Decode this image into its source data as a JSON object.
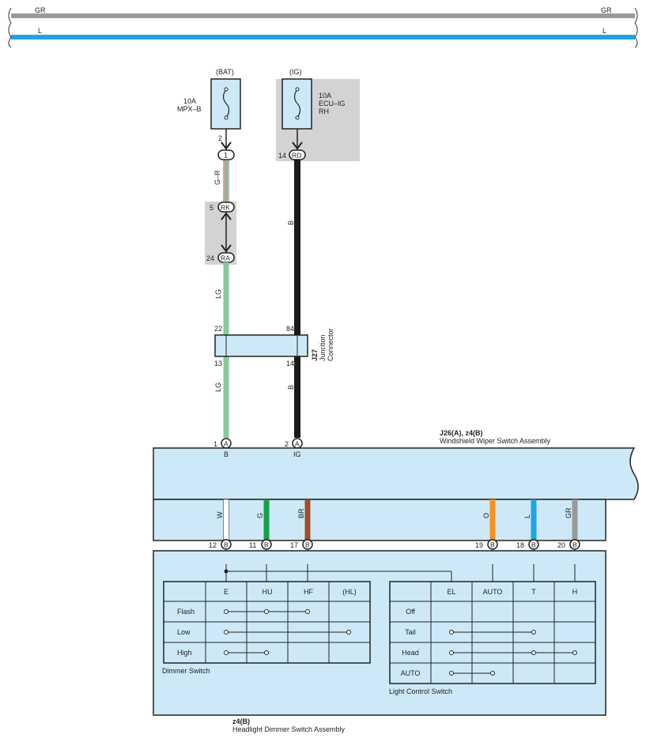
{
  "bus": {
    "top_left": "GR",
    "top_right": "GR",
    "top_color": "#9a9a9a",
    "bottom_left": "L",
    "bottom_right": "L",
    "bottom_color": "#1fa3e6"
  },
  "colors": {
    "box_fill": "#cde9f7",
    "gray_fill": "#d3d3d3",
    "lg": "#86c99a",
    "black": "#1a1a1a",
    "white": "#ffffff",
    "green": "#17a04c",
    "brown": "#a24d2a",
    "orange": "#f59220",
    "blue": "#1fa3e6",
    "gray": "#9a9a9a"
  },
  "fuse_bat": {
    "source": "(BAT)",
    "rating": "10A",
    "name": "MPX–B",
    "pin_out": "2",
    "conn_pin": "1",
    "wire": "G–R"
  },
  "fuse_ig": {
    "source": "(IG)",
    "rating": "10A",
    "name_line1": "ECU–IG",
    "name_line2": "RH",
    "pin_out": "14",
    "conn_id": "RD"
  },
  "rk": {
    "pin": "5",
    "conn_id": "RK"
  },
  "ra": {
    "pin": "24",
    "conn_id": "RA"
  },
  "wire_lg": "LG",
  "wire_b": "B",
  "junction": {
    "id": "J27",
    "name_line1": "Junction",
    "name_line2": "Connector",
    "pin_top_left": "22",
    "pin_top_right": "84",
    "pin_bot_left": "13",
    "pin_bot_right": "14"
  },
  "wiper": {
    "id": "J26(A), z4(B)",
    "name": "Windshield Wiper Switch Assembly",
    "pin1": "1",
    "pin1_conn": "A",
    "pin1_label": "B",
    "pin2": "2",
    "pin2_conn": "A",
    "pin2_label": "IG"
  },
  "connector_b": "B",
  "pins_b": [
    {
      "num": "12",
      "wire": "W",
      "term": "EL",
      "color": "#ffffff"
    },
    {
      "num": "11",
      "wire": "G",
      "term": "HU",
      "color": "#17a04c"
    },
    {
      "num": "17",
      "wire": "BR",
      "term": "HF",
      "color": "#a24d2a"
    },
    {
      "num": "19",
      "wire": "O",
      "term": "A",
      "color": "#f59220"
    },
    {
      "num": "18",
      "wire": "L",
      "term": "T",
      "color": "#1fa3e6"
    },
    {
      "num": "20",
      "wire": "GR",
      "term": "H",
      "color": "#9a9a9a"
    }
  ],
  "dimmer": {
    "title": "Dimmer Switch",
    "headers": [
      "E",
      "HU",
      "HF",
      "(HL)"
    ],
    "rows": [
      "Flash",
      "Low",
      "High"
    ]
  },
  "light": {
    "title": "Light Control Switch",
    "headers": [
      "EL",
      "AUTO",
      "T",
      "H"
    ],
    "rows": [
      "Off",
      "Tail",
      "Head",
      "AUTO"
    ]
  },
  "headlight": {
    "id": "z4(B)",
    "name": "Headlight Dimmer Switch Assembly"
  }
}
